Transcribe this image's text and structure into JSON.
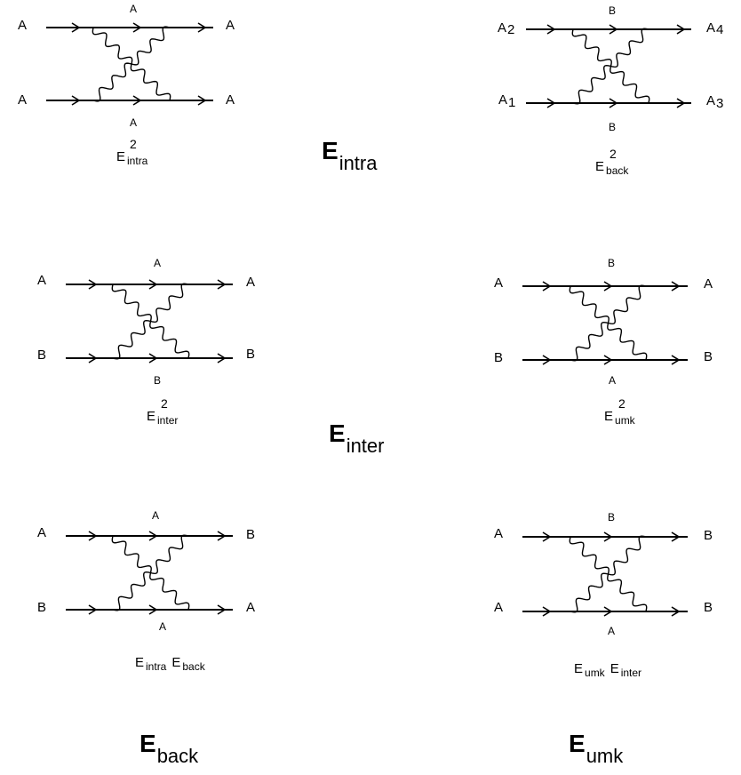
{
  "diagrams": [
    {
      "id": "top-left",
      "top_left": "A",
      "top_right": "A",
      "top_mid": "A",
      "bottom_left": "A",
      "bottom_right": "A",
      "bottom_mid": "A",
      "caption": {
        "base": "E",
        "sub": "intra",
        "sup": "2"
      }
    },
    {
      "id": "top-right",
      "top_left": "A",
      "top_left_sub": "2",
      "top_right": "A",
      "top_right_sub": "4",
      "top_mid": "B",
      "bottom_left": "A",
      "bottom_left_sub": "1",
      "bottom_right": "A",
      "bottom_right_sub": "3",
      "bottom_mid": "B",
      "caption": {
        "base": "E",
        "sub": "back",
        "sup": "2"
      }
    },
    {
      "id": "mid-left",
      "top_left": "A",
      "top_right": "A",
      "top_mid": "A",
      "bottom_left": "B",
      "bottom_right": "B",
      "bottom_mid": "B",
      "caption": {
        "base": "E",
        "sub": "inter",
        "sup": "2"
      }
    },
    {
      "id": "mid-right",
      "top_left": "A",
      "top_right": "A",
      "top_mid": "B",
      "bottom_left": "B",
      "bottom_right": "B",
      "bottom_mid": "A",
      "caption": {
        "base": "E",
        "sub": "umk",
        "sup": "2"
      }
    },
    {
      "id": "bottom-left",
      "top_left": "A",
      "top_right": "B",
      "top_mid": "A",
      "bottom_left": "B",
      "bottom_right": "A",
      "bottom_mid": "A",
      "caption_pair": [
        {
          "base": "E",
          "sub": "intra"
        },
        {
          "base": "E",
          "sub": "back"
        }
      ]
    },
    {
      "id": "bottom-right",
      "top_left": "A",
      "top_right": "B",
      "top_mid": "B",
      "bottom_left": "A",
      "bottom_right": "B",
      "bottom_mid": "A",
      "caption_pair": [
        {
          "base": "E",
          "sub": "umk"
        },
        {
          "base": "E",
          "sub": "inter"
        }
      ]
    }
  ],
  "group_labels": {
    "intra": {
      "base": "E",
      "sub": "intra"
    },
    "inter": {
      "base": "E",
      "sub": "inter"
    },
    "back": {
      "base": "E",
      "sub": "back"
    },
    "umk": {
      "base": "E",
      "sub": "umk"
    }
  }
}
